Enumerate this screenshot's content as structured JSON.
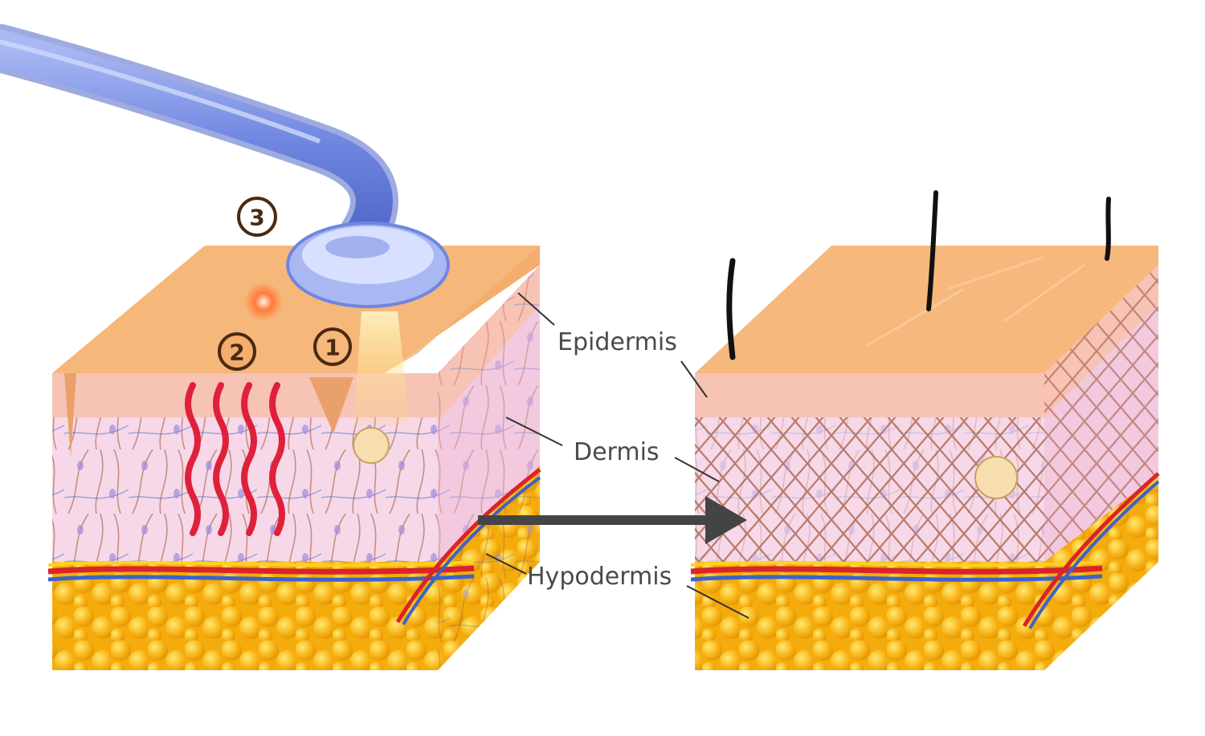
{
  "labels": {
    "epidermis": "Epidermis",
    "dermis": "Dermis",
    "hypodermis": "Hypodermis"
  },
  "markers": {
    "one": "1",
    "two": "2",
    "three": "3"
  },
  "colors": {
    "skin_top": "#f5b77a",
    "epidermis": "#f7c3b4",
    "dermis": "#f6d8e8",
    "fat": "#f7b512",
    "fat_light": "#ffd43a",
    "collagen": "#9c5a3e",
    "heat_wave": "#e0203a",
    "wand": "#6f86e0",
    "arrow": "#444444",
    "marker_ring": "#4a2a10"
  },
  "icons": {
    "wand": "glass-electrode-wand-icon",
    "heat": "heat-wave-icon",
    "spark": "spark-glow-icon",
    "arrow": "right-arrow-icon"
  }
}
